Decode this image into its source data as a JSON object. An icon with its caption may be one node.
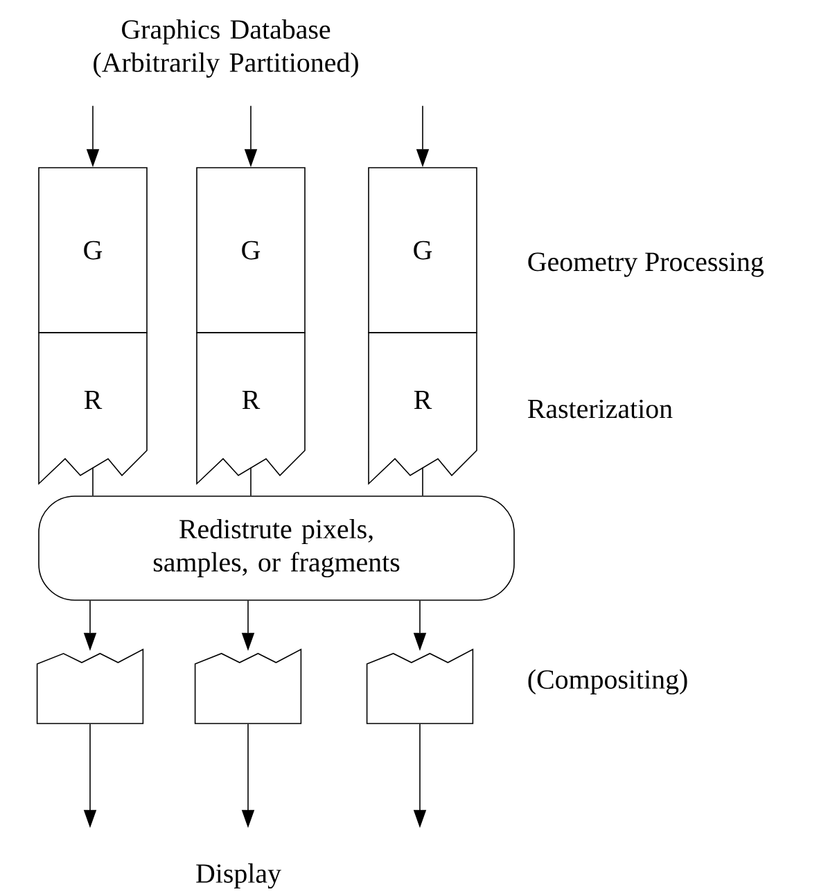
{
  "diagram": {
    "nodes": [
      {
        "text": [
          "Graphics Database (Arbitrarily Partitioned)"
        ]
      },
      {
        "text": [
          "G"
        ]
      },
      {
        "text": [
          "G"
        ]
      },
      {
        "text": [
          "G"
        ]
      },
      {
        "text": [
          "R"
        ]
      },
      {
        "text": [
          "R"
        ]
      },
      {
        "text": [
          "R"
        ]
      },
      {
        "text": [
          "Redistrute pixels, samples, or fragments"
        ]
      },
      {
        "text": [],
        "shape": "box"
      },
      {
        "text": [],
        "shape": "box"
      },
      {
        "text": [],
        "shape": "box"
      }
    ],
    "edges": [
      {
        "from": 0,
        "to": 1,
        "arrow": "to"
      },
      {
        "from": 0,
        "to": 2,
        "arrow": "to"
      },
      {
        "from": 0,
        "to": 3,
        "arrow": "to"
      },
      {
        "from": 4,
        "to": 7,
        "arrow": "none"
      },
      {
        "from": 5,
        "to": 7,
        "arrow": "none"
      },
      {
        "from": 6,
        "to": 7,
        "arrow": "none"
      },
      {
        "from": 7,
        "to": 8,
        "arrow": "to"
      },
      {
        "from": 7,
        "to": 9,
        "arrow": "to"
      },
      {
        "from": 7,
        "to": 10,
        "arrow": "to"
      },
      {
        "from": 8,
        "to": null,
        "arrow": "to"
      },
      {
        "from": 9,
        "to": null,
        "arrow": "to"
      },
      {
        "from": 10,
        "to": null,
        "arrow": "to"
      }
    ],
    "labels": [
      "Geometry Processing",
      "Rasterization",
      "(Compositing)",
      "Display"
    ]
  }
}
